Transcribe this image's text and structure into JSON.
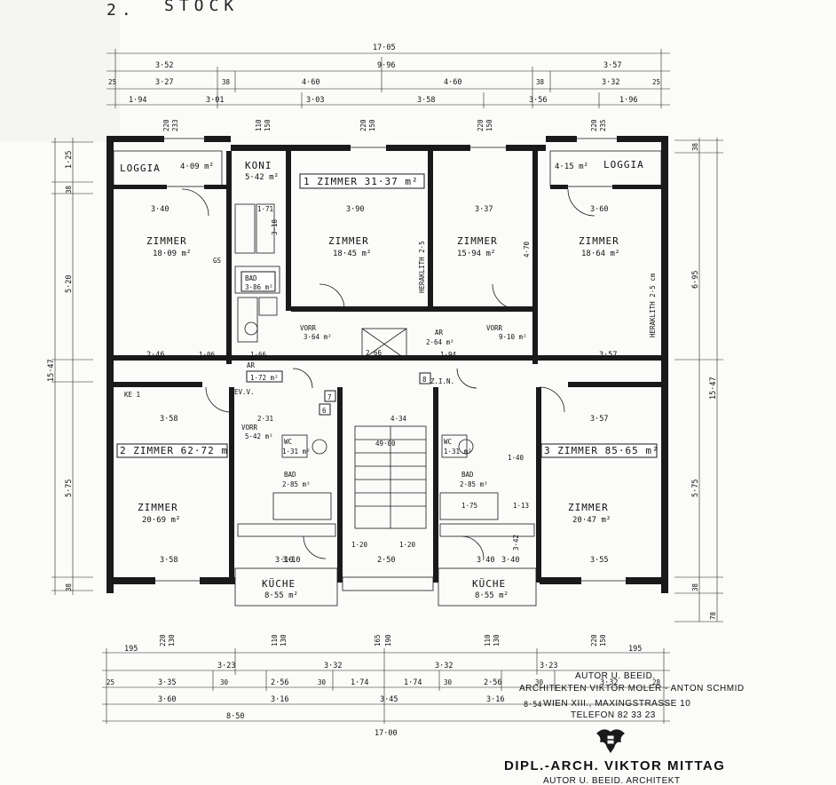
{
  "sheet": {
    "heading_number": "2.",
    "heading_word": "STOCK"
  },
  "dimensions_top": {
    "overall": "17·05",
    "row1": [
      "3·52",
      "9·96",
      "3·57"
    ],
    "row2": [
      "25",
      "3·27",
      "38",
      "4·60",
      "4·60",
      "38",
      "3·32",
      "25"
    ],
    "row3": [
      "1·94",
      "3·01",
      "3·03",
      "3·58",
      "3·56",
      "1·96"
    ],
    "openings": [
      "220",
      "233",
      "110",
      "150",
      "220",
      "150",
      "220",
      "150",
      "220",
      "235"
    ]
  },
  "dimensions_left": [
    "1·25",
    "38",
    "5·20",
    "15·47",
    "5·75",
    "38"
  ],
  "dimensions_right": [
    "38",
    "6·95",
    "15·47",
    "5·75",
    "38",
    "78"
  ],
  "dimensions_bottom": {
    "openings": [
      "195",
      "220",
      "130",
      "110",
      "130",
      "165",
      "190",
      "110",
      "130",
      "220",
      "150",
      "195"
    ],
    "row1": [
      "3·23",
      "3·32",
      "3·32",
      "3·23"
    ],
    "row2": [
      "25",
      "3·35",
      "30",
      "2·56",
      "30",
      "1·74",
      "1·74",
      "30",
      "2·56",
      "30",
      "3·32",
      "28"
    ],
    "row3": [
      "3·60",
      "3·16",
      "3·45",
      "3·16"
    ],
    "row4": [
      "8·50",
      "8·54"
    ],
    "overall": "17·00"
  },
  "rooms": {
    "loggia_left": {
      "name": "LOGGIA",
      "area": "4·09 m²"
    },
    "loggia_right": {
      "name": "LOGGIA",
      "area": "4·15 m²"
    },
    "koni": {
      "name": "KONI",
      "area": "5·42 m²"
    },
    "zimmer_nw": {
      "name": "ZIMMER",
      "area": "18·09 m²",
      "width": "3·40"
    },
    "zimmer_nc": {
      "name": "ZIMMER",
      "area": "18·45 m²",
      "width": "3·90"
    },
    "zimmer_ne1": {
      "name": "ZIMMER",
      "area": "15·94 m²",
      "width": "3·37"
    },
    "zimmer_ne2": {
      "name": "ZIMMER",
      "area": "18·64 m²",
      "width": "3·60"
    },
    "bad_n": {
      "name": "BAD",
      "area": "3·86 m²"
    },
    "vorr_nc": {
      "name": "VORR",
      "area": "3·64 m²"
    },
    "vorr_ne": {
      "name": "VORR",
      "area": "9·10 m²"
    },
    "ar_n": {
      "name": "AR",
      "area": "2·64 m²"
    },
    "ar_w": {
      "name": "AR",
      "area": "1·72 m²"
    },
    "zimmer_sw": {
      "name": "ZIMMER",
      "area": "20·69 m²",
      "width": "3·58"
    },
    "zimmer_se": {
      "name": "ZIMMER",
      "area": "20·47 m²",
      "width": "3·57"
    },
    "vorr_sw": {
      "name": "VORR",
      "area": "5·42 m²"
    },
    "wc_w": {
      "name": "WC",
      "area": "1·31 m²"
    },
    "wc_e": {
      "name": "WC",
      "area": "1·31 m²"
    },
    "bad_sw": {
      "name": "BAD",
      "area": "2·85 m²"
    },
    "bad_se": {
      "name": "BAD",
      "area": "2·85 m²"
    },
    "kueche_w": {
      "name": "KÜCHE",
      "area": "8·55 m²",
      "width": "3·10"
    },
    "kueche_e": {
      "name": "KÜCHE",
      "area": "8·55 m²",
      "width": "3·40"
    },
    "stair": {
      "area": "49·00"
    }
  },
  "units": {
    "unit_1": "1 ZIMMER 31·37 m²",
    "unit_2": "2 ZIMMER 62·72 m²",
    "unit_3": "3 ZIMMER 85·65 m²"
  },
  "annotations": {
    "herakl_1": "HERAKLITH 2·5",
    "herakl_2": "HERAKLITH 2·5 cm",
    "ke": "KE 1",
    "evu": "EV.V.",
    "num_6": "6",
    "num_7": "7",
    "num_8": "8",
    "zin": "Z.I.N.",
    "gs": "GS",
    "dim_171": "1·71",
    "dim_318": "3·18",
    "dim_246": "2·46",
    "dim_106": "1·06",
    "dim_166": "1·66",
    "dim_231": "2·31",
    "dim_434": "4·34",
    "dim_194": "1·94",
    "dim_357": "3·57",
    "dim_358": "3·58",
    "dim_310": "3·10",
    "dim_250": "2·50",
    "dim_340": "3·40",
    "dim_342": "3·42",
    "dim_355": "3·55",
    "dim_470": "4·70",
    "dim_120a": "1·20",
    "dim_120b": "1·20",
    "dim_175": "1·75",
    "dim_113": "1·13",
    "dim_140": "1·40",
    "dim_266": "2·66"
  },
  "stamp": {
    "line1": "AUTOR U. BEEID.",
    "line2": "ARCHITEKTEN VIKTOR MOLER - ANTON SCHMID",
    "line3": "WIEN XIII., MAXINGSTRASSE 10",
    "line4": "TELEFON 82 33 23",
    "signature": "DIPL.-ARCH. VIKTOR MITTAG",
    "line5": "AUTOR U. BEEID. ARCHITEKT"
  }
}
